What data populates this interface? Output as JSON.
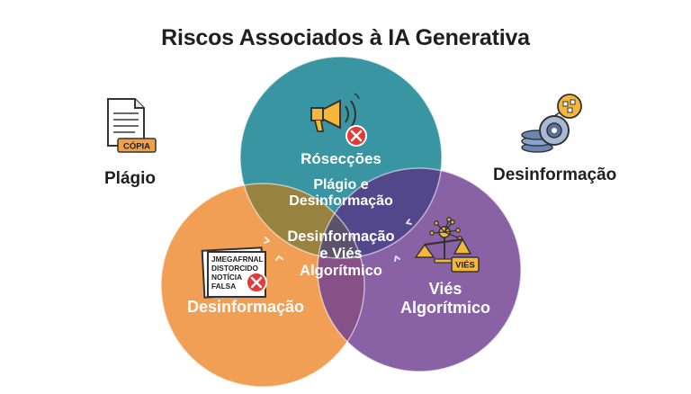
{
  "title": "Riscos Associados à IA Generativa",
  "side_labels": {
    "left": "Plágio",
    "right": "Desinformação"
  },
  "circles": {
    "top": {
      "label": "Rósecções",
      "color": "#2f8f9d"
    },
    "left": {
      "label": "Desinformação",
      "color": "#ee8a2e"
    },
    "right": {
      "label_line1": "Viés",
      "label_line2": "Algorítmico",
      "color": "#6e3f91"
    }
  },
  "intersections": {
    "top_pair": {
      "line1": "Plágio e",
      "line2": "Desinformação"
    },
    "center": {
      "line1": "Desinformação",
      "line2": "e Viés",
      "line3": "Algorítmico"
    }
  },
  "icons": {
    "document": {
      "name": "copy-document-icon",
      "badge": "CÓPIA"
    },
    "megaphone": {
      "name": "megaphone-icon"
    },
    "disinfo": {
      "name": "network-gear-icon"
    },
    "fake_news": {
      "name": "fake-news-paper-icon",
      "lines": [
        "JMEGAFRNAL",
        "DISTORCIDO",
        "NOTÍCIA",
        "FALSA"
      ]
    },
    "bias": {
      "name": "bias-scale-icon",
      "badge": "VIÉS"
    }
  }
}
